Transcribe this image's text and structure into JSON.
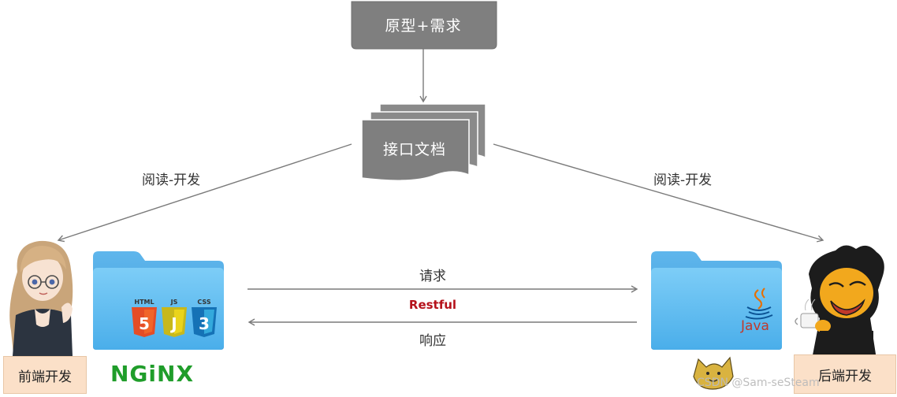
{
  "nodes": {
    "requirement": "原型+需求",
    "api_doc": "接口文档",
    "frontend": "前端开发",
    "backend": "后端开发"
  },
  "edges": {
    "read_dev_left": "阅读-开发",
    "read_dev_right": "阅读-开发",
    "request": "请求",
    "protocol": "Restful",
    "response": "响应"
  },
  "logos": {
    "nginx": "NGiNX",
    "html": "HTML",
    "js": "JS",
    "css": "CSS",
    "java": "Java"
  },
  "watermark": "CSDN @Sam-seSteam",
  "colors": {
    "node_fill": "#7f7f7f",
    "folder": "#5bbcf2",
    "role_box": "#fbe0c8",
    "protocol": "#b5121b",
    "nginx": "#1f9d2a"
  }
}
